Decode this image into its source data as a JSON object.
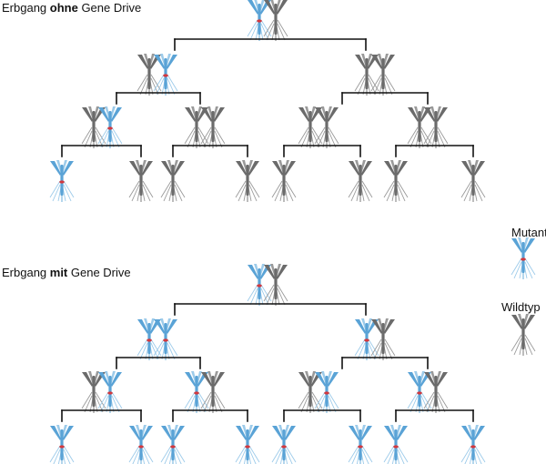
{
  "diagrams": [
    {
      "title_prefix": "Erbgang ",
      "title_bold": "ohne",
      "title_suffix": " Gene Drive",
      "mode": "without_gene_drive"
    },
    {
      "title_prefix": "Erbgang ",
      "title_bold": "mit",
      "title_suffix": " Gene Drive",
      "mode": "with_gene_drive"
    }
  ],
  "legend": {
    "mutant_label": "Mutante",
    "wildtype_label": "Wildtyp"
  },
  "colors": {
    "mutant": "#5aa3d6",
    "mutant_light": "#9dcbea",
    "wildtype": "#6b6b6b",
    "wildtype_light": "#9a9a9a",
    "marker": "#d4383d",
    "line": "#111111"
  }
}
